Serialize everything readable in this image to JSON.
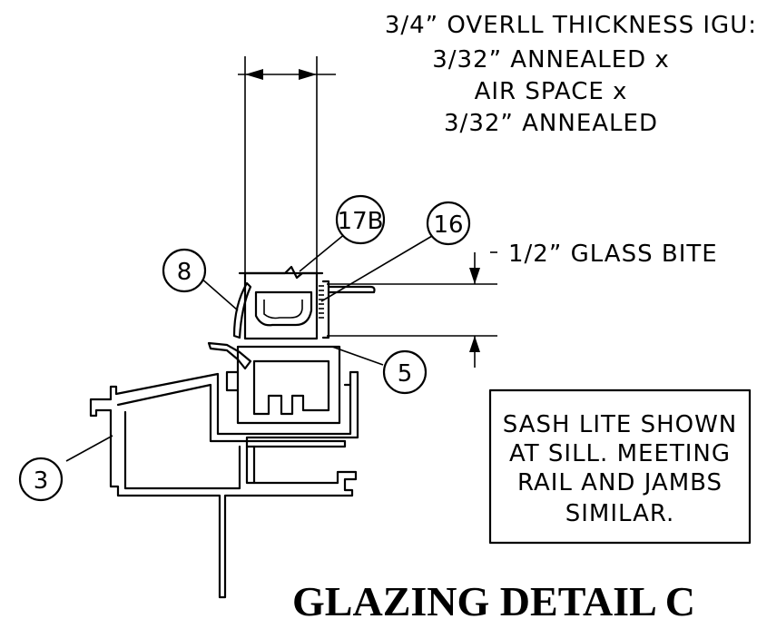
{
  "header_note": {
    "lines": [
      "3/4” OVERLL THICKNESS IGU:",
      "3/32” ANNEALED x",
      "AIR SPACE x",
      "3/32” ANNEALED"
    ]
  },
  "dimension": {
    "label": "1/2” GLASS BITE"
  },
  "callouts": [
    {
      "id": "8",
      "label": "8"
    },
    {
      "id": "17B",
      "label": "17B"
    },
    {
      "id": "16",
      "label": "16"
    },
    {
      "id": "5",
      "label": "5"
    },
    {
      "id": "3",
      "label": "3"
    }
  ],
  "note_box": {
    "lines": [
      "SASH LITE SHOWN",
      "AT SILL. MEETING",
      "RAIL AND JAMBS",
      "SIMILAR."
    ]
  },
  "title": "GLAZING DETAIL C",
  "colors": {
    "line": "#000000",
    "background": "#ffffff"
  }
}
